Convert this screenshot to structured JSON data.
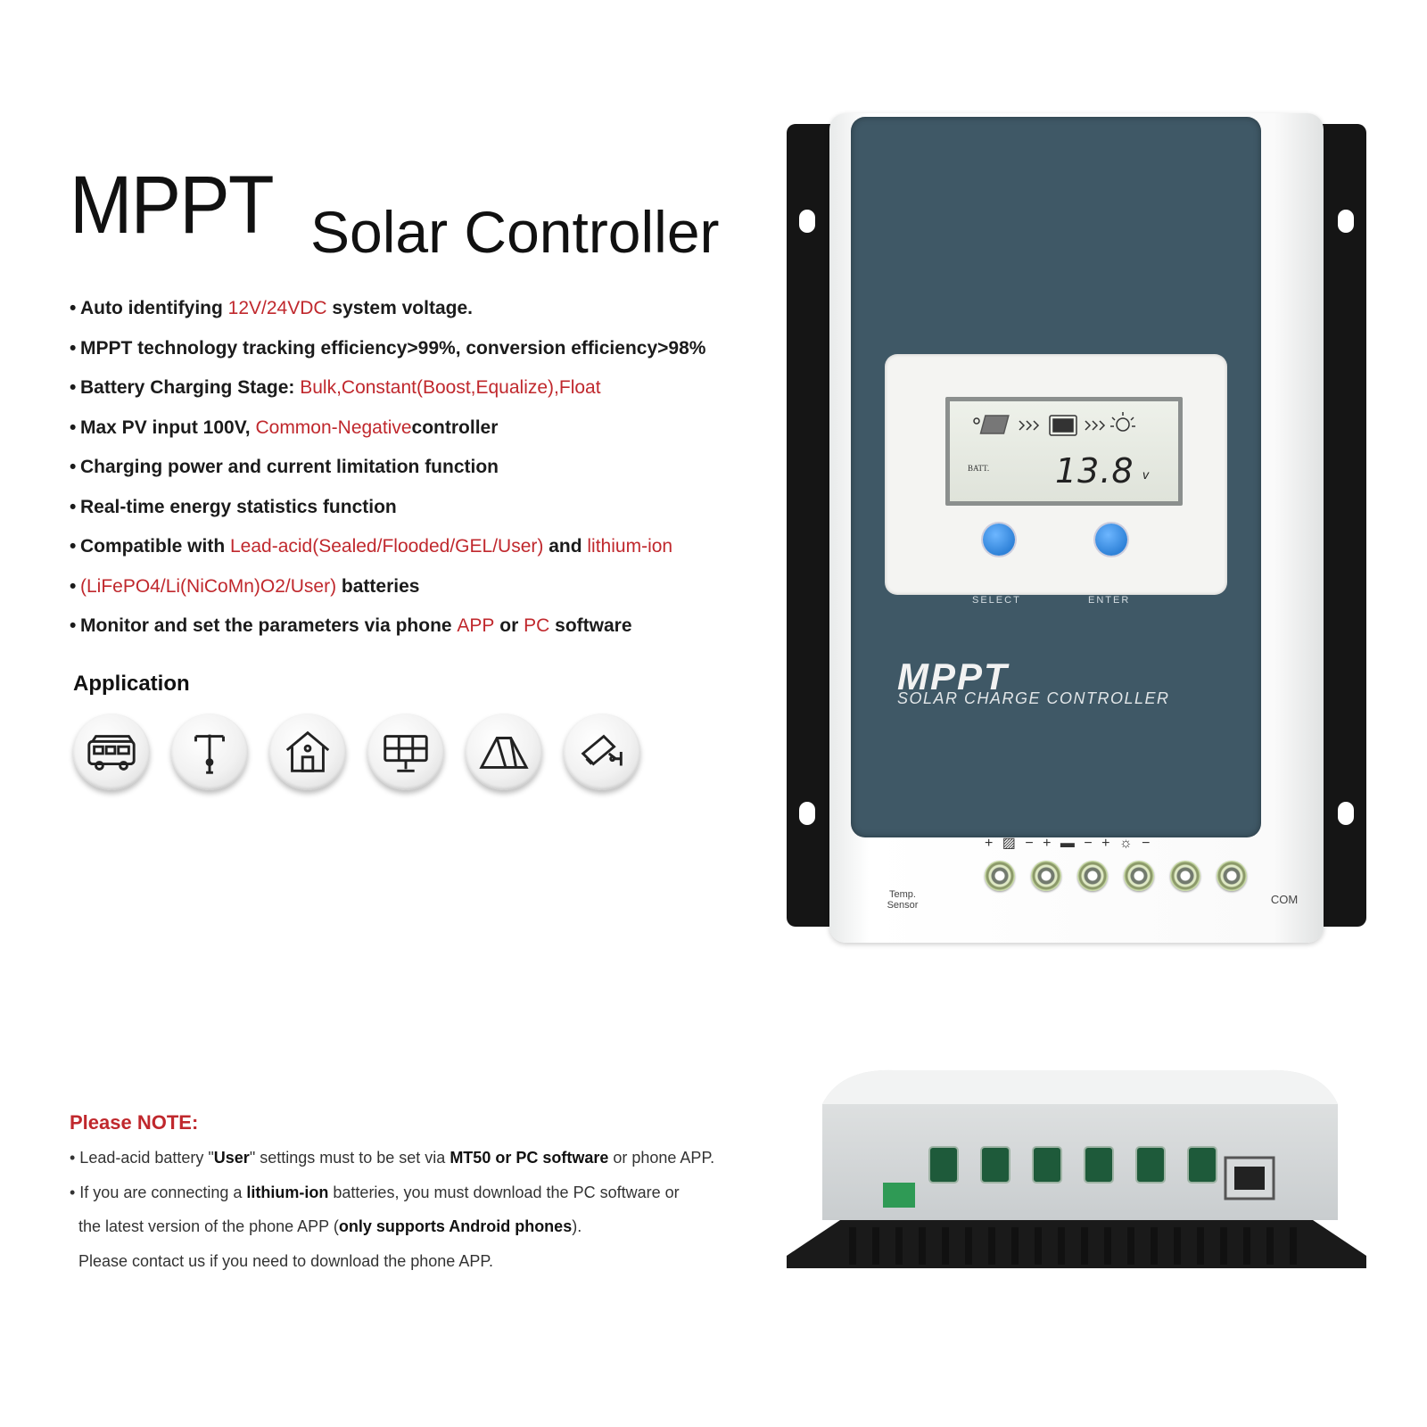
{
  "title": {
    "main": "MPPT",
    "sub": "Solar Controller"
  },
  "features": [
    [
      {
        "t": "Auto identifying "
      },
      {
        "t": "12V/24VDC",
        "red": true
      },
      {
        "t": " system voltage."
      }
    ],
    [
      {
        "t": "MPPT technology tracking efficiency>99%, conversion efficiency>98%"
      }
    ],
    [
      {
        "t": "Battery Charging Stage: "
      },
      {
        "t": "Bulk,Constant(Boost,Equalize),Float",
        "red": true
      }
    ],
    [
      {
        "t": "Max PV input 100V, "
      },
      {
        "t": "Common-Negative",
        "red": true
      },
      {
        "t": "controller"
      }
    ],
    [
      {
        "t": "Charging power and current limitation function"
      }
    ],
    [
      {
        "t": "Real-time energy statistics function"
      }
    ],
    [
      {
        "t": "Compatible with "
      },
      {
        "t": "Lead-acid(Sealed/Flooded/GEL/User)",
        "red": true
      },
      {
        "t": " and "
      },
      {
        "t": "lithium-ion",
        "red": true
      }
    ],
    [
      {
        "t": "(LiFePO4/Li(NiCoMn)O2/User)",
        "red": true
      },
      {
        "t": " batteries"
      }
    ],
    [
      {
        "t": "Monitor and set the parameters via phone "
      },
      {
        "t": "APP",
        "red": true
      },
      {
        "t": " or "
      },
      {
        "t": "PC",
        "red": true
      },
      {
        "t": " software"
      }
    ]
  ],
  "application": {
    "heading": "Application",
    "icons": [
      "rv-icon",
      "street-light-icon",
      "house-icon",
      "solar-panel-icon",
      "tent-icon",
      "cctv-camera-icon"
    ]
  },
  "note": {
    "heading": "Please NOTE:",
    "lines": [
      [
        {
          "t": "• Lead-acid battery \""
        },
        {
          "t": "User",
          "b": true
        },
        {
          "t": "\" settings must to be set via "
        },
        {
          "t": "MT50 or PC software",
          "b": true
        },
        {
          "t": " or phone APP."
        }
      ],
      [
        {
          "t": "• If you are connecting a "
        },
        {
          "t": "lithium-ion",
          "b": true
        },
        {
          "t": " batteries, you must download the PC software or"
        }
      ],
      [
        {
          "t": "  the latest version of the phone APP ("
        },
        {
          "t": "only supports Android phones",
          "b": true
        },
        {
          "t": ")."
        }
      ],
      [
        {
          "t": "  Please contact us if you need to download the phone APP."
        }
      ]
    ]
  },
  "controller": {
    "lcd_batt": "BATT.",
    "lcd_value": "13.8",
    "lcd_unit": "v",
    "select_label": "SELECT",
    "enter_label": "ENTER",
    "brand": "MPPT",
    "brand_sub": "SOLAR CHARGE CONTROLLER",
    "temp_label": "Temp.\nSensor",
    "com_label": "COM",
    "terminal_signs": "+ ▨ −   + ▬ −   + ☼ −",
    "accent": "#3f5866",
    "button_color": "#2f82d8"
  },
  "colors": {
    "highlight": "#c0282d"
  }
}
